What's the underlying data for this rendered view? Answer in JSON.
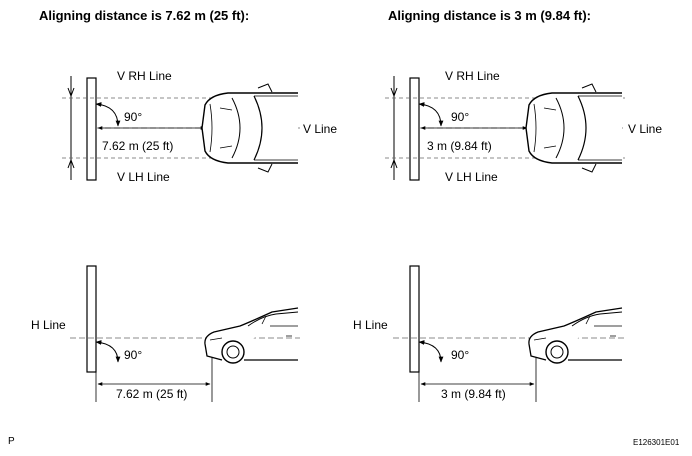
{
  "left": {
    "heading": "Aligning distance is 7.62 m (25 ft):",
    "v_rh_line": "V RH Line",
    "v_lh_line": "V LH Line",
    "v_line": "V Line",
    "h_line": "H Line",
    "angle_top": "90°",
    "angle_bottom": "90°",
    "distance_top": "7.62 m (25 ft)",
    "distance_bottom": "7.62 m (25 ft)"
  },
  "right": {
    "heading": "Aligning distance is 3 m (9.84 ft):",
    "v_rh_line": "V RH Line",
    "v_lh_line": "V LH Line",
    "v_line": "V Line",
    "h_line": "H Line",
    "angle_top": "90°",
    "angle_bottom": "90°",
    "distance_top": "3 m (9.84 ft)",
    "distance_bottom": "3 m (9.84 ft)"
  },
  "footer": {
    "page_marker": "P",
    "figure_code": "E126301E01"
  }
}
